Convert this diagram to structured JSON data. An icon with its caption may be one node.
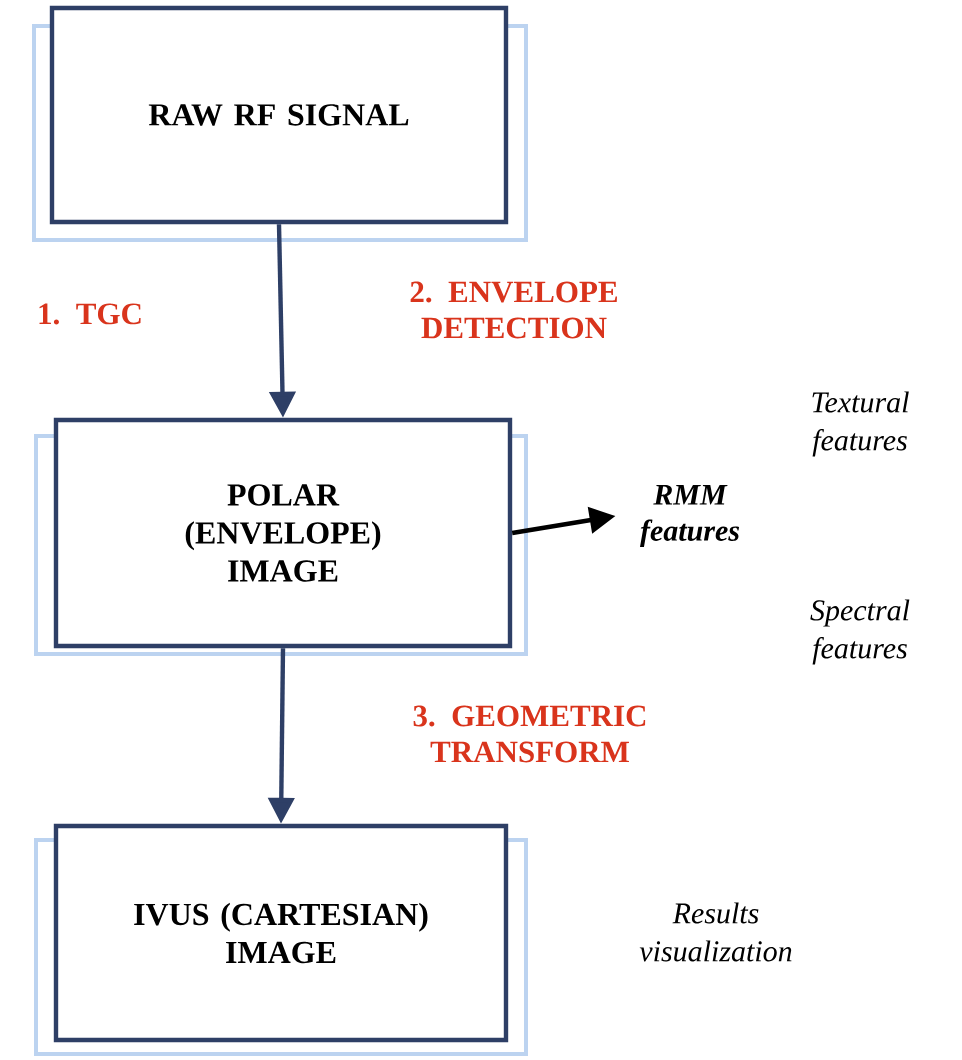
{
  "diagram": {
    "nodes": [
      {
        "text": [
          "RAW RF SIGNAL"
        ]
      },
      {
        "text": [
          "POLAR (ENVELOPE) IMAGE"
        ]
      },
      {
        "text": [
          "IVUS (CARTESIAN) IMAGE"
        ]
      },
      {
        "text": [
          "RMM features"
        ]
      }
    ],
    "edges": [
      {
        "from": 0,
        "to": 1,
        "arrow": "to"
      },
      {
        "from": 1,
        "to": 2,
        "arrow": "to"
      },
      {
        "from": 1,
        "to": 3,
        "arrow": "to",
        "color": "#000000"
      }
    ],
    "labels": [
      "1. TGC",
      "2. ENVELOPE DETECTION",
      "Textural features",
      "Spectral features",
      "3. GEOMETRIC TRANSFORM",
      "Results visualization"
    ]
  }
}
